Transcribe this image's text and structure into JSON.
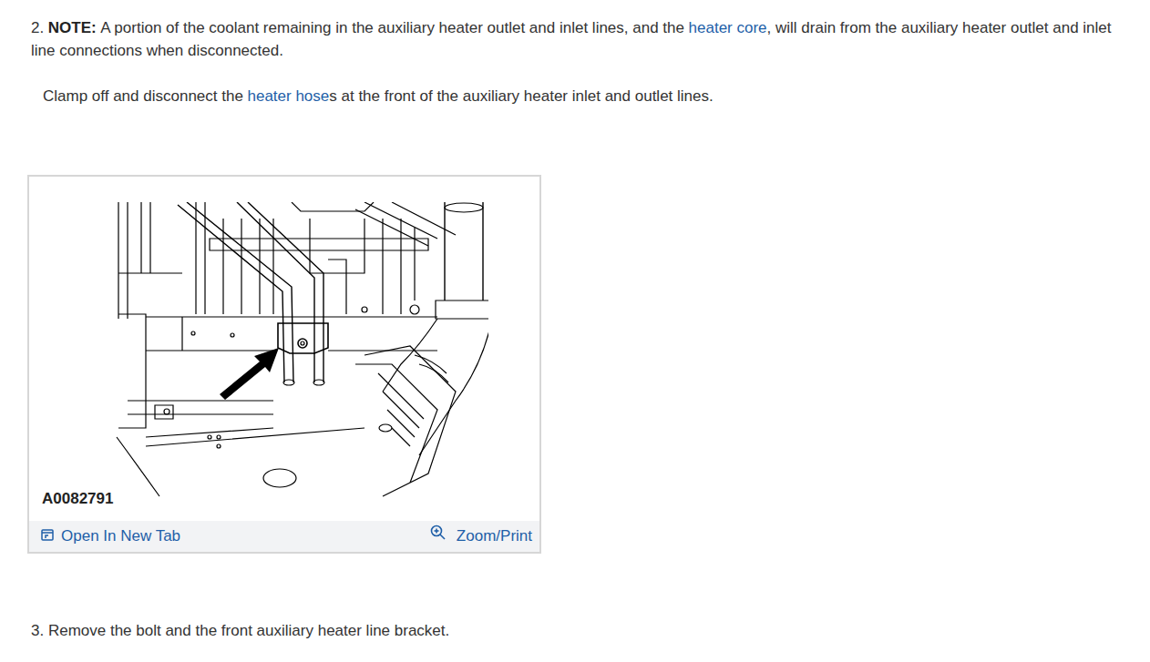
{
  "diagram": {
    "labels": [
      "2.",
      "NOTE:",
      "A portion of the coolant remaining in the auxiliary heater outlet and inlet lines, and the",
      "heater core",
      ", will drain from the auxiliary heater outlet and inlet line connections when disconnected.",
      "Clamp off and disconnect the",
      "heater hose",
      "s at the front of the auxiliary heater inlet and outlet lines.",
      "A0082791",
      "Open In New Tab",
      "Zoom/Print",
      "3. Remove the bolt and the front auxiliary heater line bracket."
    ]
  }
}
